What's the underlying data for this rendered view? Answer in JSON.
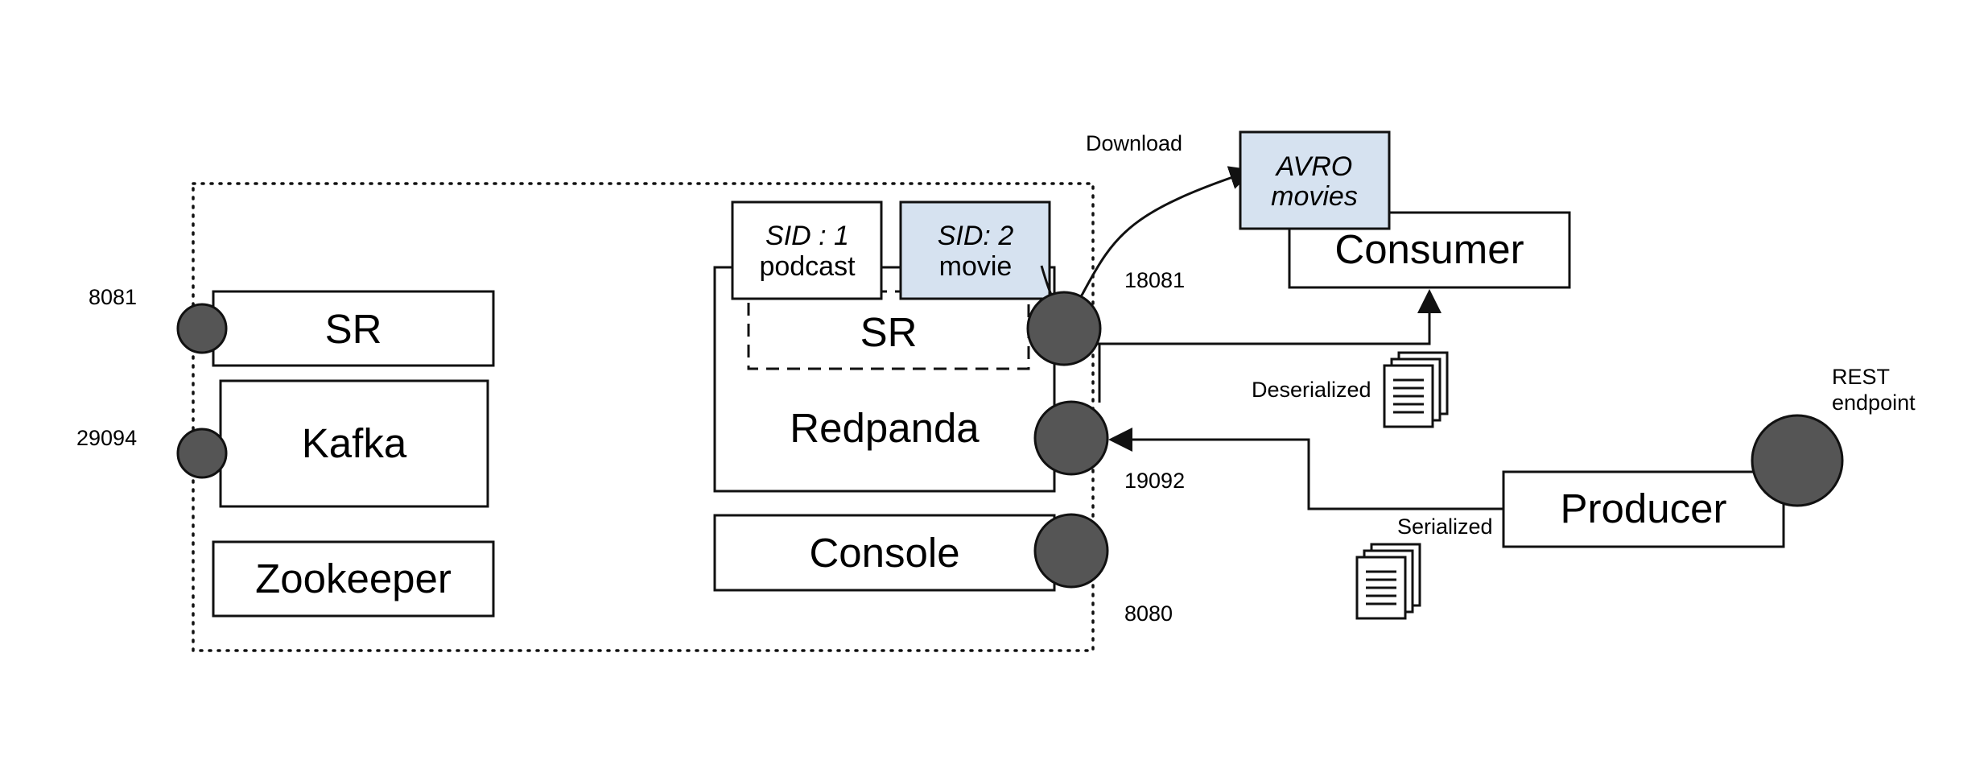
{
  "left_cluster": {
    "sr_label": "SR",
    "kafka_label": "Kafka",
    "zookeeper_label": "Zookeeper",
    "sr_port": "8081",
    "kafka_port": "29094"
  },
  "redpanda": {
    "label": "Redpanda",
    "sr_label": "SR",
    "console_label": "Console",
    "sr_port": "18081",
    "kafka_port": "19092",
    "console_port": "8080",
    "schemas": [
      {
        "sid": "SID : 1",
        "name": "podcast"
      },
      {
        "sid": "SID: 2",
        "name": "movie"
      }
    ]
  },
  "download_label": "Download",
  "avro": {
    "line1": "AVRO",
    "line2": "movies"
  },
  "consumer_label": "Consumer",
  "producer_label": "Producer",
  "deserialized_label": "Deserialized",
  "serialized_label": "Serialized",
  "rest_endpoint": {
    "line1": "REST",
    "line2": "endpoint"
  },
  "colors": {
    "schema_highlight": "#d6e2f0",
    "port_fill": "#555555"
  }
}
